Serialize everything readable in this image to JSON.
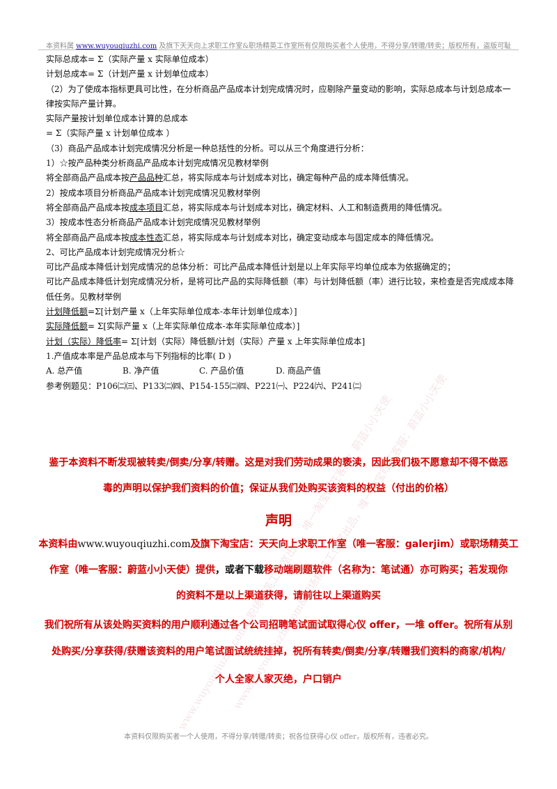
{
  "header": {
    "prefix": "本资料属",
    "url": "www.wuyouqiuzhi.com",
    "suffix": "及旗下天天向上求职工作室&职场精英工作室所有仅限购买者个人使用，不得分享/转赠/转卖；版权所有，盗版可耻"
  },
  "content": {
    "lines": [
      "实际总成本= Σ（实际产量  x  实际单位成本）",
      "计划总成本= Σ（计划产量  x  计划单位成本）",
      "（2）为了使成本指标更具可比性，在分析商品产品成本计划完成情况时，应剔除产量变动的影响，实际总成本与计划总成本一律按实际产量计算。",
      "实际产量按计划单位成本计算的总成本",
      " = Σ（实际产量  x  计划单位成本  ）",
      "（3）商品产品成本计划完成情况分析是一种总括性的分析。可以从三个角度进行分析：",
      "1）☆按产品种类分析商品产品成本计划完成情况见教材举例"
    ],
    "item1_pre": "将全部商品产品成本按",
    "item1_key": "产品品种",
    "item1_post": "汇总，将实际成本与计划成本对比，确定每种产品的成本降低情况。",
    "item2_head": "2）按成本项目分析商品产品成本计划完成情况见教材举例",
    "item2_pre": "将全部商品产品成本按",
    "item2_key": "成本项目",
    "item2_post": "汇总，将实际成本与计划成本对比，确定材料、人工和制造费用的降低情况。",
    "item3_head": "3）按成本性态分析商品产品成本计划完成情况见教材举例",
    "item3_pre": "将全部商品产品成本按",
    "item3_key": "成本性态",
    "item3_post": "汇总，将实际成本与计划成本对比，确定变动成本与固定成本的降低情况。",
    "sec2_head": "2、可比产品成本计划完成情况分析☆",
    "sec2_l1": "可比产品成本降低计划完成情况的总体分析：可比产品成本降低计划是以上年实际平均单位成本为依据确定的；",
    "sec2_l2": "可比产品成本降低计划完成情况分析，是将可比产品的实际降低额（率）与计划降低额（率）进行比较，来检查是否完成成本降低任务。见教材举例",
    "f1_key": "计划降低额",
    "f1_rest": "=Σ[计划产量 x（上年实际单位成本-本年计划单位成本）]",
    "f2_key": "实际降低额",
    "f2_rest": "= Σ[实际产量 x（上年实际单位成本-本年实际单位成本）]",
    "f3_key": "计划（实际）降低率",
    "f3_rest": "= Σ[计划（实际）降低额/计划（实际）产量 x 上年实际单位成本]",
    "question": "1.产值成本率是产品总成本与下列指标的比率(   D )",
    "options": [
      "A. 总产值",
      "B. 净产值",
      "C. 产品价值",
      "D. 商品产值"
    ],
    "ref": "参考例题见：P106㈡㈢、P133㈡㈣、P154-155㈡㈣、P221㈠、P224㈥、P241㈡"
  },
  "notice": {
    "line1": "鉴于本资料不断发现被转卖/倒卖/分享/转赠。这是对我们劳动成果的亵渎，因此我们极不愿意却不得不做恶",
    "line2": "毒的声明以保护我们资料的价值；保证从我们处购买该资料的权益（付出的价格）",
    "title": "声明",
    "l3_a": "本资料由",
    "l3_url": "www.wuyouqiuzhi.com",
    "l3_b": "及旗下淘宝店：天天向上求职工作室（唯一客服：galerjim）或职场精英工",
    "l4_a": "作室（唯一客服：蔚蓝小小天使）提供",
    "l4_b": "，或者下载",
    "l4_c": "移动端刷题软件（名称为：笔试通）亦可购买；若发现你",
    "line5": "的资料不是以上渠道获得，请前往以上渠道购买",
    "line6": "我们祝所有从该处购买资料的用户顺利通过各个公司招聘笔试面试取得心仪 offer，一堆 offer。祝所有从别",
    "line7": "处购买/分享获得/获赠该资料的用户笔试面试统统挂掉，祝所有转卖/倒卖/分享/转赠我们资料的商家/机构/",
    "line8": "个人全家人家灭绝，户口销户"
  },
  "footer": {
    "text": "本资料仅限购买者一个人使用，不得分享/转赠/转卖；祝各位获得心仪 offer，版权所有，违者必究。"
  },
  "watermark": {
    "text1": "www.wuyouqiuzhi.com&职场精英工作室出品，唯一淘宝旺旺客服：蔚蓝小小天使",
    "text2": "www.wuyouqiuzhi.com&职场精英工作室出品，唯一淘宝旺旺客服：蔚蓝小小天使"
  }
}
